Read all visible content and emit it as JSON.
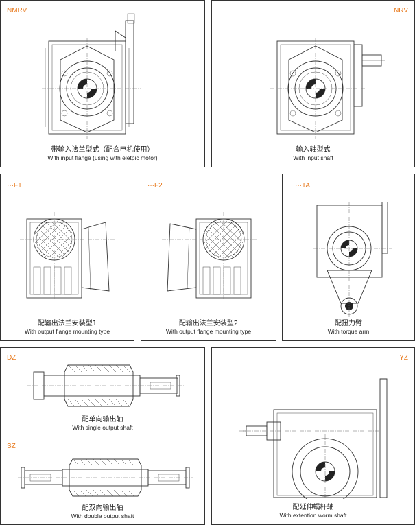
{
  "panels": {
    "nmrv": {
      "code": "NMRV",
      "title_zh": "带输入法兰型式（配合电机使用）",
      "title_en": "With input flange (using with eletpic motor)"
    },
    "nrv": {
      "code": "NRV",
      "title_zh": "输入轴型式",
      "title_en": "With input shaft"
    },
    "f1": {
      "code": "···F1",
      "title_zh": "配输出法兰安装型1",
      "title_en": "With output flange mounting type"
    },
    "f2": {
      "code": "···F2",
      "title_zh": "配输出法兰安装型2",
      "title_en": "With output flange mounting type"
    },
    "ta": {
      "code": "···TA",
      "title_zh": "配扭力臂",
      "title_en": "With torque arm"
    },
    "dz": {
      "code": "DZ",
      "title_zh": "配单向输出轴",
      "title_en": "With single output shaft"
    },
    "sz": {
      "code": "SZ",
      "title_zh": "配双向输出轴",
      "title_en": "With double output shaft"
    },
    "yz": {
      "code": "YZ",
      "title_zh": "配延伸蜗杆轴",
      "title_en": "With extention worm shaft"
    }
  },
  "colors": {
    "code": "#e87a1e",
    "border": "#333333",
    "line": "#333333"
  }
}
